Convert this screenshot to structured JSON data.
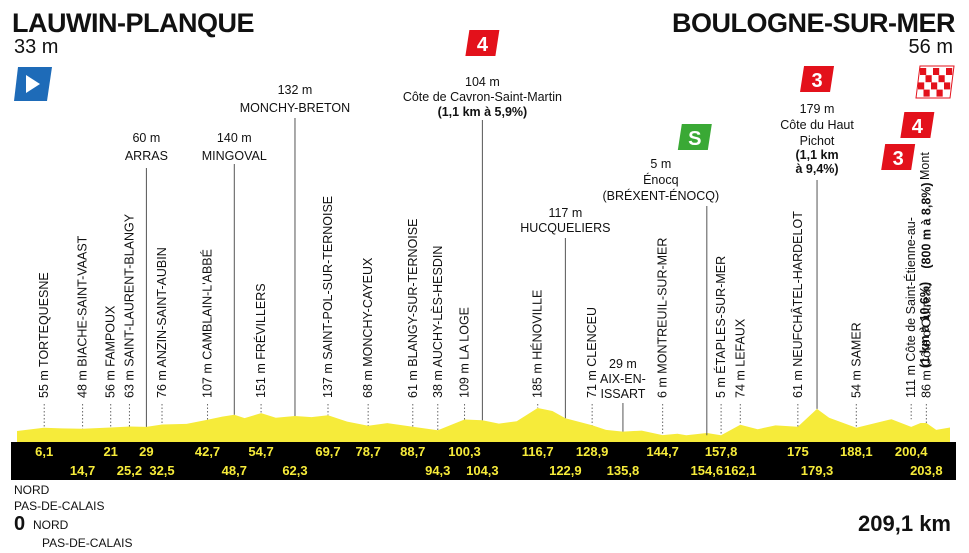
{
  "stage": {
    "start": {
      "name": "LAUWIN-PLANQUE",
      "altitude": "33 m"
    },
    "finish": {
      "name": "BOULOGNE-SUR-MER",
      "altitude": "56 m"
    },
    "distance_total": "209,1 km",
    "distance_zero": "0",
    "regions": {
      "top_line1": "NORD",
      "top_line2": "PAS-DE-CALAIS",
      "bottom_line1": "NORD",
      "bottom_line2": "PAS-DE-CALAIS"
    },
    "colors": {
      "profile": "#f6eb3a",
      "band": "#000000",
      "km": "#f6eb3a",
      "kom": "#e3111b",
      "sprint": "#3aa935",
      "start_flag": "#1e6bb8"
    }
  },
  "chart_data": {
    "type": "area",
    "x_range": [
      0,
      209.1
    ],
    "altitude_profile": [
      [
        0,
        33
      ],
      [
        6,
        55
      ],
      [
        10,
        50
      ],
      [
        14.7,
        48
      ],
      [
        21,
        56
      ],
      [
        25.2,
        63
      ],
      [
        29,
        60
      ],
      [
        32.5,
        76
      ],
      [
        38,
        80
      ],
      [
        42.7,
        107
      ],
      [
        46,
        128
      ],
      [
        48.7,
        140
      ],
      [
        51,
        118
      ],
      [
        54.7,
        151
      ],
      [
        58,
        120
      ],
      [
        62.3,
        132
      ],
      [
        66,
        125
      ],
      [
        69.7,
        137
      ],
      [
        74,
        95
      ],
      [
        78.7,
        68
      ],
      [
        83,
        85
      ],
      [
        88.7,
        61
      ],
      [
        94.3,
        38
      ],
      [
        100.3,
        109
      ],
      [
        104.3,
        104
      ],
      [
        108,
        82
      ],
      [
        112,
        98
      ],
      [
        116.7,
        185
      ],
      [
        120,
        165
      ],
      [
        122.9,
        117
      ],
      [
        128.9,
        71
      ],
      [
        132,
        40
      ],
      [
        135.8,
        29
      ],
      [
        140,
        36
      ],
      [
        144.7,
        6
      ],
      [
        148,
        15
      ],
      [
        150,
        5
      ],
      [
        154.6,
        20
      ],
      [
        157.8,
        5
      ],
      [
        162.1,
        74
      ],
      [
        166,
        45
      ],
      [
        170,
        70
      ],
      [
        175,
        61
      ],
      [
        179.3,
        179
      ],
      [
        182,
        120
      ],
      [
        188.1,
        54
      ],
      [
        193,
        90
      ],
      [
        196,
        111
      ],
      [
        200.4,
        60
      ],
      [
        202.5,
        86
      ],
      [
        203.8,
        86
      ],
      [
        206,
        40
      ],
      [
        209.1,
        56
      ]
    ],
    "places": [
      {
        "km": 6.1,
        "altitude": "55 m",
        "name": "TORTEQUESNE",
        "label": "55 m TORTEQUESNE",
        "km_label": "6,1",
        "km_row": 0,
        "orientation": "vertical"
      },
      {
        "km": 14.7,
        "altitude": "48 m",
        "name": "BIACHE-SAINT-VAAST",
        "label": "48 m BIACHE-SAINT-VAAST",
        "km_label": "14,7",
        "km_row": 1,
        "orientation": "vertical"
      },
      {
        "km": 21,
        "altitude": "56 m",
        "name": "FAMPOUX",
        "label": "56 m FAMPOUX",
        "km_label": "21",
        "km_row": 0,
        "orientation": "vertical"
      },
      {
        "km": 25.2,
        "altitude": "63 m",
        "name": "SAINT-LAURENT-BLANGY",
        "label": "63 m SAINT-LAURENT-BLANGY",
        "km_label": "25,2",
        "km_row": 1,
        "orientation": "vertical"
      },
      {
        "km": 29,
        "altitude": "60 m",
        "name": "ARRAS",
        "label": "",
        "km_label": "29",
        "km_row": 0,
        "orientation": "horizontal",
        "alt_label": "60 m",
        "name_label": "ARRAS"
      },
      {
        "km": 32.5,
        "altitude": "76 m",
        "name": "ANZIN-SAINT-AUBIN",
        "label": "76 m ANZIN-SAINT-AUBIN",
        "km_label": "32,5",
        "km_row": 1,
        "orientation": "vertical"
      },
      {
        "km": 42.7,
        "altitude": "107 m",
        "name": "CAMBLAIN-L'ABBÉ",
        "label": "107 m CAMBLAIN-L'ABBÉ",
        "km_label": "42,7",
        "km_row": 0,
        "orientation": "vertical"
      },
      {
        "km": 48.7,
        "altitude": "140 m",
        "name": "MINGOVAL",
        "label": "",
        "km_label": "48,7",
        "km_row": 1,
        "orientation": "horizontal",
        "alt_label": "140 m",
        "name_label": "MINGOVAL"
      },
      {
        "km": 54.7,
        "altitude": "151 m",
        "name": "FRÉVILLERS",
        "label": "151 m FRÉVILLERS",
        "km_label": "54,7",
        "km_row": 0,
        "orientation": "vertical"
      },
      {
        "km": 62.3,
        "altitude": "132 m",
        "name": "MONCHY-BRETON",
        "label": "",
        "km_label": "62,3",
        "km_row": 1,
        "orientation": "horizontal",
        "alt_label": "132 m",
        "name_label": "MONCHY-BRETON"
      },
      {
        "km": 69.7,
        "altitude": "137 m",
        "name": "SAINT-POL-SUR-TERNOISE",
        "label": "137 m SAINT-POL-SUR-TERNOISE",
        "km_label": "69,7",
        "km_row": 0,
        "orientation": "vertical"
      },
      {
        "km": 78.7,
        "altitude": "68 m",
        "name": "MONCHY-CAYEUX",
        "label": "68 m MONCHY-CAYEUX",
        "km_label": "78,7",
        "km_row": 0,
        "orientation": "vertical"
      },
      {
        "km": 88.7,
        "altitude": "61 m",
        "name": "BLANGY-SUR-TERNOISE",
        "label": "61 m BLANGY-SUR-TERNOISE",
        "km_label": "88,7",
        "km_row": 0,
        "orientation": "vertical"
      },
      {
        "km": 94.3,
        "altitude": "38 m",
        "name": "AUCHY-LÈS-HESDIN",
        "label": "38 m AUCHY-LÈS-HESDIN",
        "km_label": "94,3",
        "km_row": 1,
        "orientation": "vertical"
      },
      {
        "km": 100.3,
        "altitude": "109 m",
        "name": "LA LOGE",
        "label": "109 m LA LOGE",
        "km_label": "100,3",
        "km_row": 0,
        "orientation": "vertical"
      },
      {
        "km": 104.3,
        "altitude": "104 m",
        "name": "Côte de Cavron-Saint-Martin",
        "label": "",
        "km_label": "104,3",
        "km_row": 1,
        "orientation": "horizontal",
        "alt_label": "104 m",
        "name_label": "Côte de Cavron-Saint-Martin",
        "detail": "(1,1 km à 5,9%)",
        "badge": "4"
      },
      {
        "km": 116.7,
        "altitude": "185 m",
        "name": "HÉNOVILLE",
        "label": "185 m HÉNOVILLE",
        "km_label": "116,7",
        "km_row": 0,
        "orientation": "vertical"
      },
      {
        "km": 122.9,
        "altitude": "117 m",
        "name": "HUCQUELIERS",
        "label": "",
        "km_label": "122,9",
        "km_row": 1,
        "orientation": "horizontal",
        "alt_label": "117 m",
        "name_label": "HUCQUELIERS"
      },
      {
        "km": 128.9,
        "altitude": "71 m",
        "name": "CLENCEU",
        "label": "71 m CLENCEU",
        "km_label": "128,9",
        "km_row": 0,
        "orientation": "vertical"
      },
      {
        "km": 135.8,
        "altitude": "29 m",
        "name": "AIX-EN-ISSART",
        "label": "",
        "km_label": "135,8",
        "km_row": 1,
        "orientation": "horizontal",
        "alt_label": "29 m",
        "name_lines": [
          "AIX-EN-",
          "ISSART"
        ]
      },
      {
        "km": 144.7,
        "altitude": "6 m",
        "name": "MONTREUIL-SUR-MER",
        "label": "6 m MONTREUIL-SUR-MER",
        "km_label": "144,7",
        "km_row": 0,
        "orientation": "vertical"
      },
      {
        "km": 154.6,
        "altitude": "5 m",
        "name": "Énocq",
        "label": "",
        "km_label": "154,6",
        "km_row": 1,
        "orientation": "horizontal",
        "alt_label": "5 m",
        "name_label": "Énocq",
        "sub_label": "(BRÉXENT-ÉNOCQ)",
        "badge": "S"
      },
      {
        "km": 157.8,
        "altitude": "5 m",
        "name": "ÉTAPLES-SUR-MER",
        "label": "5 m ÉTAPLES-SUR-MER",
        "km_label": "157,8",
        "km_row": 0,
        "orientation": "vertical"
      },
      {
        "km": 162.1,
        "altitude": "74 m",
        "name": "LEFAUX",
        "label": "74 m LEFAUX",
        "km_label": "162,1",
        "km_row": 1,
        "orientation": "vertical"
      },
      {
        "km": 175,
        "altitude": "61 m",
        "name": "NEUFCHÂTEL-HARDELOT",
        "label": "61 m NEUFCHÂTEL-HARDELOT",
        "km_label": "175",
        "km_row": 0,
        "orientation": "vertical"
      },
      {
        "km": 179.3,
        "altitude": "179 m",
        "name": "Côte du Haut Pichot",
        "label": "",
        "km_label": "179,3",
        "km_row": 1,
        "orientation": "horizontal",
        "alt_label": "179 m",
        "name_lines": [
          "Côte du Haut",
          "Pichot"
        ],
        "detail_lines": [
          "(1,1 km",
          "à 9,4%)"
        ],
        "badge": "3"
      },
      {
        "km": 188.1,
        "altitude": "54 m",
        "name": "SAMER",
        "label": "54 m SAMER",
        "km_label": "188,1",
        "km_row": 0,
        "orientation": "vertical"
      },
      {
        "km": 200.4,
        "altitude": "111 m",
        "name": "Côte de Saint-Étienne-au-Mont",
        "label": "111 m Côte de Saint-Étienne-au-",
        "label2": "Mont",
        "detail": "(1 km à 10,6%)",
        "km_label": "200,4",
        "km_row": 0,
        "orientation": "vertical",
        "badge": "3"
      },
      {
        "km": 203.8,
        "altitude": "86 m",
        "name": "Côte d'Outreau",
        "label": "86 m Côte d'Outreau",
        "detail": "(800 m à 8,8%)",
        "km_label": "203,8",
        "km_row": 1,
        "orientation": "vertical",
        "badge": "4"
      }
    ]
  }
}
